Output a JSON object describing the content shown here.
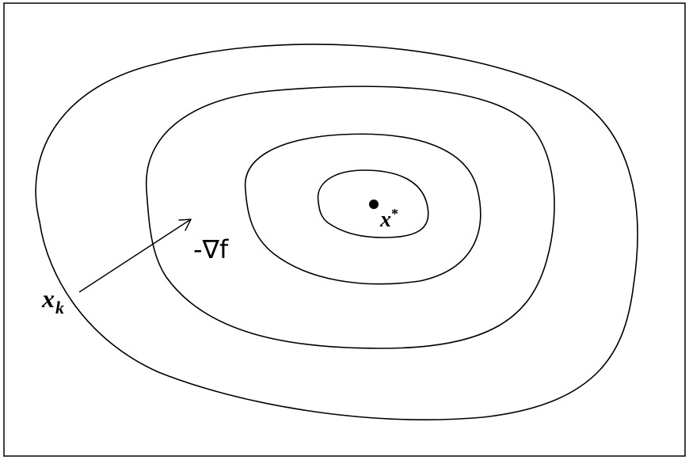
{
  "diagram": {
    "gradient_label": "-∇f",
    "current_point": {
      "base": "x",
      "subscript": "k"
    },
    "optimum_point": {
      "base": "x",
      "superscript": "*"
    },
    "contour_count": 4
  }
}
